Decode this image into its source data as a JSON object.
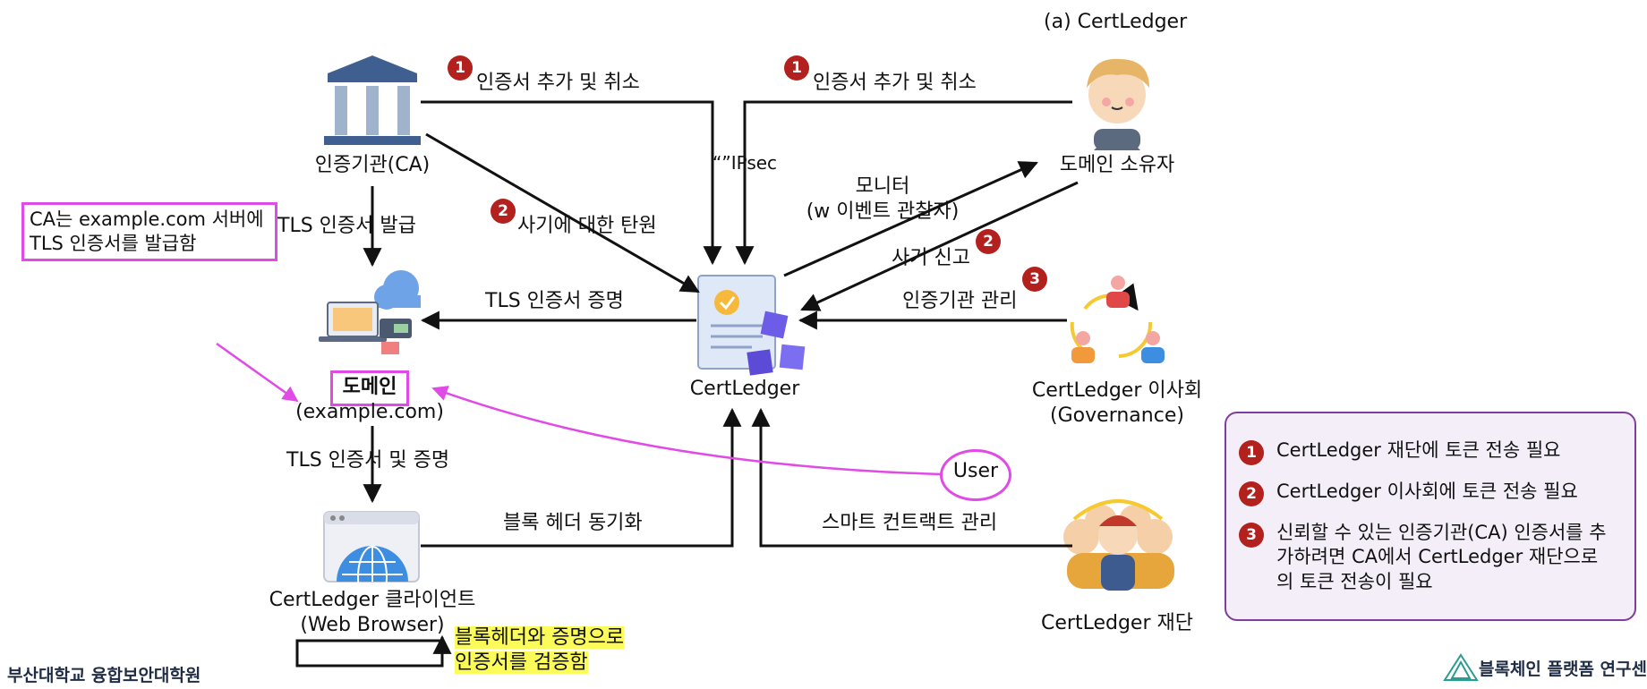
{
  "caption": "(a) CertLedger",
  "nodes": {
    "ca": "인증기관(CA)",
    "domain": "도메인",
    "domain_sub": "(example.com)",
    "client": "CertLedger 클라이언트",
    "client_sub": "(Web Browser)",
    "certledger": "CertLedger",
    "owner": "도메인 소유자",
    "board": "CertLedger 이사회",
    "board_sub": "(Governance)",
    "foundation": "CertLedger 재단",
    "user": "User"
  },
  "edges": {
    "ca_add_revoke": "인증서 추가 및 취소",
    "owner_add_revoke": "인증서 추가 및 취소",
    "ipsec": "“”IPsec",
    "fraud_appeal": "사기에 대한 탄원",
    "tls_issue": "TLS 인증서 발급",
    "tls_proof": "TLS 인증서 증명",
    "monitor": "모니터",
    "monitor_sub": "(w 이벤트 관찰자)",
    "fraud_report": "사기 신고",
    "ca_manage": "인증기관 관리",
    "tls_cert_proof": "TLS 인증서 및 증명",
    "block_header_sync": "블록 헤더 동기화",
    "smart_contract": "스마트 컨트랙트 관리"
  },
  "badges": [
    "1",
    "2",
    "3"
  ],
  "notes": {
    "ca_note_line1": "CA는 example.com 서버에",
    "ca_note_line2": "TLS 인증서를 발급함",
    "verify_line1": "블록헤더와 증명으로",
    "verify_line2": "인증서를 검증함"
  },
  "legend": [
    {
      "num": "1",
      "text": "CertLedger 재단에 토큰 전송 필요"
    },
    {
      "num": "2",
      "text": "CertLedger 이사회에 토큰 전송 필요"
    },
    {
      "num": "3",
      "text": "신뢰할 수 있는 인증기관(CA) 인증서를 추가하려면 CA에서 CertLedger 재단으로의 토큰 전송이 필요"
    }
  ],
  "footer": {
    "left": "부산대학교 융합보안대학원",
    "right": "블록체인 플랫폼 연구센"
  },
  "colors": {
    "badge": "#b3211e",
    "highlight": "#fbfb5a",
    "pink": "#e04ae6",
    "legend_border": "#7d3e9e",
    "legend_bg": "#f4eef9"
  }
}
